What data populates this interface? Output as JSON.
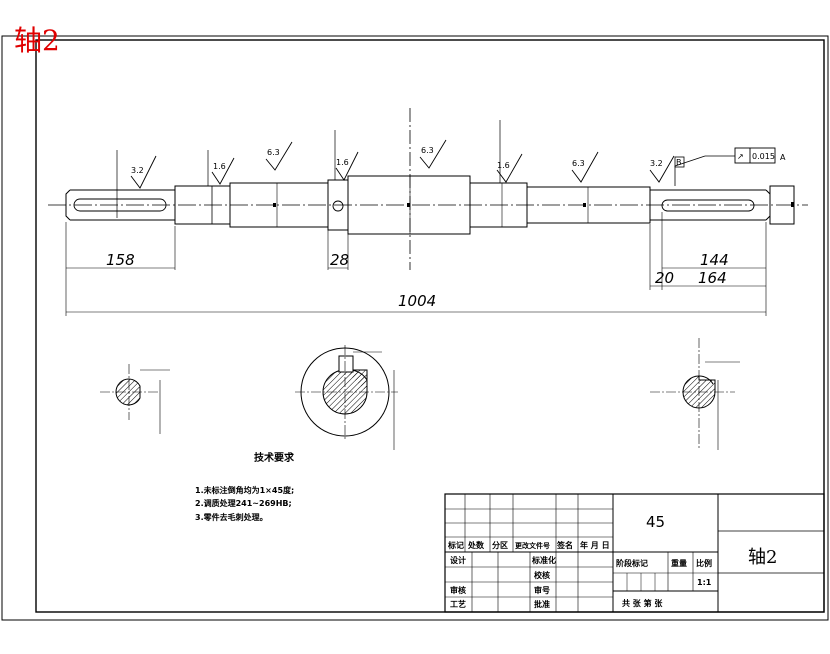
{
  "sheet": {
    "title_tag": "轴2"
  },
  "dimensions": {
    "d158": "158",
    "d28": "28",
    "d1004": "1004",
    "d144": "144",
    "d20": "20",
    "d164": "164"
  },
  "roughness": {
    "r1": "3.2",
    "r2": "1.6",
    "r3": "6.3",
    "r4": "1.6",
    "r5": "6.3",
    "r6": "1.6",
    "r7": "6.3",
    "r8": "3.2"
  },
  "tolerance": {
    "symbol": "↗",
    "value": "0.015",
    "datum": "A",
    "datum_marker": "B"
  },
  "tech_requirements": {
    "heading": "技术要求",
    "line1": "1.未标注倒角均为1×45度;",
    "line2": "2.调质处理241~269HB;",
    "line3": "3.零件去毛刺处理。"
  },
  "title_block": {
    "material": "45",
    "part_name": "轴2",
    "mark_label": "阶段标记",
    "weight_label": "重量",
    "scale_label": "比例",
    "scale_value": "1:1",
    "sheets_label": "共    张 第    张",
    "row_mark": "标记",
    "row_count": "处数",
    "row_zone": "分区",
    "row_doc": "更改文件号",
    "row_sign": "签名",
    "row_date": "年 月 日",
    "design": "设计",
    "standard": "标准化",
    "check": "审核",
    "process": "工艺",
    "approve": "批准",
    "verify": "校核",
    "review": "审号"
  }
}
